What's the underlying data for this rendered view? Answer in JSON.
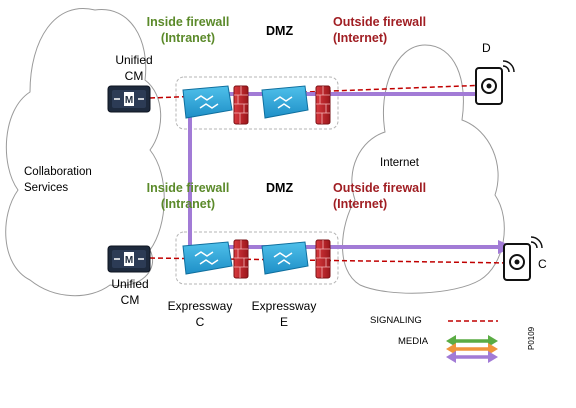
{
  "zones": {
    "top": {
      "inside": [
        "Inside firewall",
        "(Intranet)"
      ],
      "dmz": "DMZ",
      "outside": [
        "Outside firewall",
        "(Internet)"
      ]
    },
    "bottom": {
      "inside": [
        "Inside firewall",
        "(Intranet)"
      ],
      "dmz": "DMZ",
      "outside": [
        "Outside firewall",
        "(Internet)"
      ]
    }
  },
  "clouds": {
    "collab": [
      "Collaboration",
      "Services"
    ],
    "internet": "Internet"
  },
  "nodes": {
    "ucm_top": [
      "Unified",
      "CM"
    ],
    "ucm_bottom": [
      "Unified",
      "CM"
    ],
    "expressway_c": [
      "Expressway",
      "C"
    ],
    "expressway_e": [
      "Expressway",
      "E"
    ],
    "endpoint_d": "D",
    "endpoint_c": "C"
  },
  "legend": {
    "signaling": "SIGNALING",
    "media": "MEDIA"
  },
  "figure_id": "P0109",
  "colors": {
    "signaling": "#c00000",
    "media_green": "#5aac44",
    "media_orange": "#f0943a",
    "media_purple": "#a27bd6",
    "cloud_stroke": "#9a9a9a",
    "device_blue": "#2aa3d8",
    "firewall": "#c8262c",
    "zone_green": "#5b8a2a",
    "zone_red": "#a01e23"
  }
}
